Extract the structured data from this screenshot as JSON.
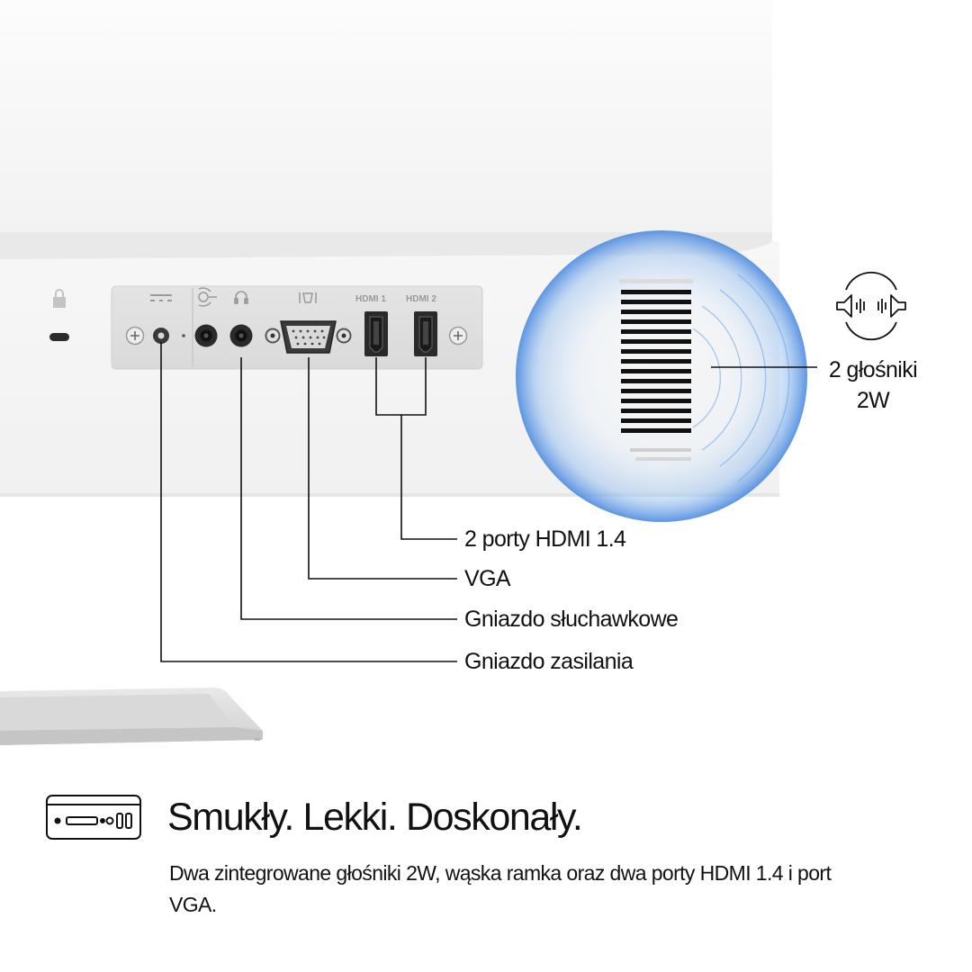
{
  "port_labels": [
    {
      "id": "hdmi",
      "text": "2 porty HDMI 1.4"
    },
    {
      "id": "vga",
      "text": "VGA"
    },
    {
      "id": "headphone",
      "text": "Gniazdo słuchawkowe"
    },
    {
      "id": "power",
      "text": "Gniazdo zasilania"
    }
  ],
  "speakers_label": {
    "line1": "2 głośniki",
    "line2": "2W"
  },
  "panel_markings": {
    "hdmi1": "HDMI 1",
    "hdmi2": "HDMI 2"
  },
  "headline": "Smukły. Lekki. Doskonały.",
  "description": "Dwa zintegrowane głośniki 2W, wąska ramka oraz dwa porty HDMI 1.4 i port VGA.",
  "icons": {
    "lock": "lock-icon",
    "dc_power": "dc-power-icon",
    "audio_in": "audio-in-icon",
    "headphone": "headphone-icon",
    "vga": "vga-icon",
    "speaker_sound": "speaker-sound-icon",
    "ports_feature": "ports-feature-icon"
  },
  "colors": {
    "accent_glow": "#3f82e0",
    "ink": "#111111",
    "bezel": "#f3f3f3"
  }
}
